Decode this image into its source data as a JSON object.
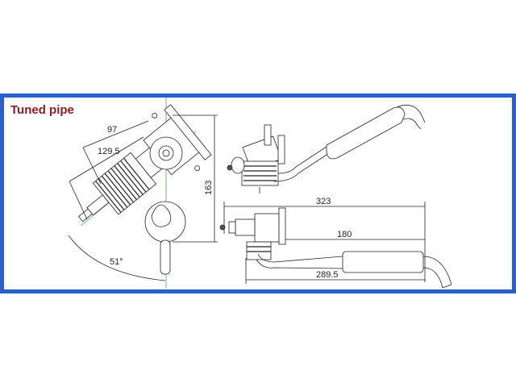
{
  "title": "Tuned pipe",
  "dimensions": {
    "side_width": "97",
    "side_length": "129.5",
    "height": "163",
    "angle": "51°",
    "overall_length": "323",
    "mount_to_end": "180",
    "pipe_length": "289.5"
  },
  "colors": {
    "frame": "#2d5fcb",
    "title": "#8e1b22",
    "centerline": "#3cb34a"
  }
}
